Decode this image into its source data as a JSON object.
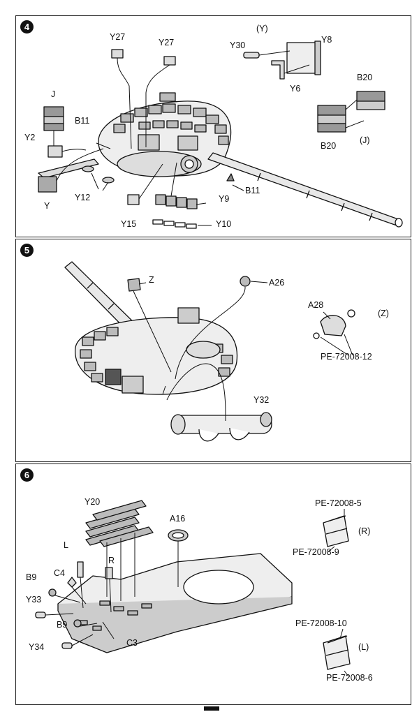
{
  "steps": [
    {
      "number": "4",
      "labels": {
        "y27a": "Y27",
        "y27b": "Y27",
        "j": "J",
        "b11a": "B11",
        "y2": "Y2",
        "y12": "Y12",
        "y": "Y",
        "y15": "Y15",
        "y9": "Y9",
        "y10": "Y10",
        "b11b": "B11",
        "sub_y": "(Y)",
        "y30": "Y30",
        "y8": "Y8",
        "y6": "Y6",
        "b20a": "B20",
        "b20b": "B20",
        "sub_j": "(J)"
      }
    },
    {
      "number": "5",
      "labels": {
        "z": "Z",
        "a26": "A26",
        "a28": "A28",
        "sub_z": "(Z)",
        "pe12": "PE-72008-12",
        "y32": "Y32"
      }
    },
    {
      "number": "6",
      "labels": {
        "y20": "Y20",
        "a16": "A16",
        "l": "L",
        "r": "R",
        "b9a": "B9",
        "c4": "C4",
        "y33": "Y33",
        "b9b": "B9",
        "y34": "Y34",
        "c3": "C3",
        "pe5": "PE-72008-5",
        "sub_r": "(R)",
        "pe9": "PE-72008-9",
        "pe10": "PE-72008-10",
        "sub_l": "(L)",
        "pe6": "PE-72008-6"
      }
    }
  ]
}
